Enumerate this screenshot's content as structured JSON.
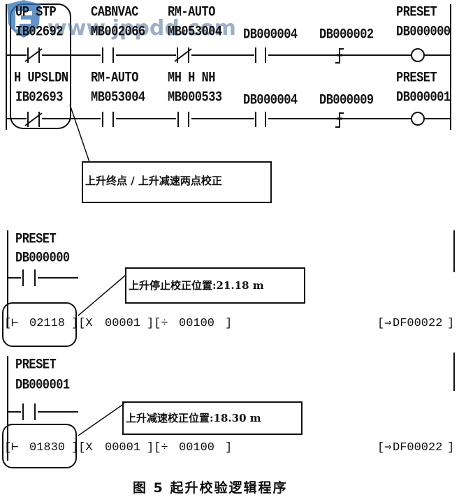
{
  "watermark": {
    "text": "www.jppdd.com",
    "logo_icon": "shield-logo-icon"
  },
  "rung1": {
    "contacts": [
      {
        "tag": "UP STP",
        "addr": "IB02692",
        "type": "nc"
      },
      {
        "tag": "CABNVAC",
        "addr": "MB002066",
        "type": "no"
      },
      {
        "tag": "RM-AUTO",
        "addr": "MB053004",
        "type": "nc"
      },
      {
        "tag": "",
        "addr": "DB000004",
        "type": "no"
      },
      {
        "tag": "",
        "addr": "DB000002",
        "type": "rise"
      }
    ],
    "coil": {
      "tag": "PRESET",
      "addr": "DB000000"
    }
  },
  "rung2": {
    "contacts": [
      {
        "tag": "H UPSLDN",
        "addr": "IB02693",
        "type": "nc"
      },
      {
        "tag": "RM-AUTO",
        "addr": "MB053004",
        "type": "no"
      },
      {
        "tag": "MH H NH",
        "addr": "MB000533",
        "type": "no"
      },
      {
        "tag": "",
        "addr": "DB000004",
        "type": "no"
      },
      {
        "tag": "",
        "addr": "DB000009",
        "type": "rise"
      }
    ],
    "coil": {
      "tag": "PRESET",
      "addr": "DB000001"
    }
  },
  "note_top": "上升终点 / 上升减速两点校正",
  "rung3": {
    "contact": {
      "tag": "PRESET",
      "addr": "DB000000"
    },
    "note": "上升停止校正位置:21.18 m",
    "load": "02118",
    "mul": "00001",
    "div": "00100",
    "dest": "DF00022"
  },
  "rung4": {
    "contact": {
      "tag": "PRESET",
      "addr": "DB000001"
    },
    "note": "上升减速校正位置:18.30 m",
    "load": "01830",
    "mul": "00001",
    "div": "00100",
    "dest": "DF00022"
  },
  "func_symbols": {
    "load": "[⊢",
    "mul": "][X",
    "div": "][÷",
    "close": "]",
    "dest_open": "[⇒",
    "dest_close": "]"
  },
  "caption": "图 5   起升校验逻辑程序"
}
